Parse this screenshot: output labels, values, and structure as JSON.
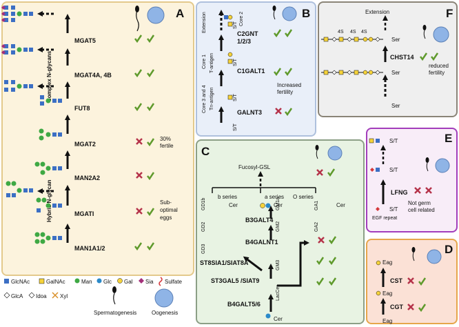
{
  "panel_letters": {
    "a": "A",
    "b": "B",
    "c": "C",
    "d": "D",
    "e": "E",
    "f": "F"
  },
  "panel_a": {
    "enzymes": [
      "MGAT5",
      "MGAT4A, 4B",
      "FUT8",
      "MGAT2",
      "MAN2A2",
      "MGATI",
      "MAN1A1/2"
    ],
    "notes": {
      "mgat2": [
        "30%",
        "fertile"
      ],
      "mgati": [
        "Sub-",
        "optimal",
        "eggs"
      ]
    },
    "side_labels": [
      "Complex N-glycans",
      "Hybrid N-glycan"
    ]
  },
  "panel_b": {
    "enzymes": [
      "C2GNT",
      "1/2/3",
      "C1GALT1",
      "GALNT3"
    ],
    "side_labels": [
      "Extension",
      "Core 2",
      "Core 1",
      "T-antigen",
      "Core 3 and 4",
      "Tn-antigen"
    ],
    "site": "S/T",
    "note": [
      "Increased",
      "fertility"
    ]
  },
  "panel_c": {
    "top": "Fucosyl-GSL",
    "series": [
      "b series",
      "a series",
      "O series"
    ],
    "gangliosides": [
      "GD1b",
      "GM1a",
      "GA1",
      "GD2",
      "GM2",
      "GA2",
      "GD3",
      "GM3"
    ],
    "enzymes": [
      "B3GALT4",
      "B4GALNT1",
      "ST8SIA1/SIAT8A",
      "ST3GAL5 /SIAT9",
      "B4GALT5/6"
    ],
    "lipid": "Cer",
    "lactosyl": "LacCer"
  },
  "panel_d": {
    "enzymes": [
      "CST",
      "CGT"
    ],
    "lipid": "Eag"
  },
  "panel_e": {
    "enzyme": "LFNG",
    "site": "S/T",
    "repeat": "EGF repeat",
    "note": [
      "Not germ",
      "cell related"
    ]
  },
  "panel_f": {
    "top": "Extension",
    "enzyme": "CHST14",
    "site": "Ser",
    "sulfate": "4S",
    "note": [
      "reduced",
      "fertility"
    ]
  },
  "legend": {
    "items": [
      "GlcNAc",
      "GalNAc",
      "Man",
      "Glc",
      "Gal",
      "Sia",
      "Sulfate",
      "GlcA",
      "Idoa",
      "Xyl"
    ],
    "spermatogenesis": "Spermatogenesis",
    "oogenesis": "Oogenesis"
  },
  "colors": {
    "glcnac": "#3c6fc4",
    "galnac": "#f6d33b",
    "man": "#3fa944",
    "glc": "#2b8ac9",
    "gal": "#f6d33b",
    "sia": "#a4307a",
    "check": "#5f9a2c",
    "cross": "#b5334a",
    "oogenesis": "#8fb4e6"
  }
}
